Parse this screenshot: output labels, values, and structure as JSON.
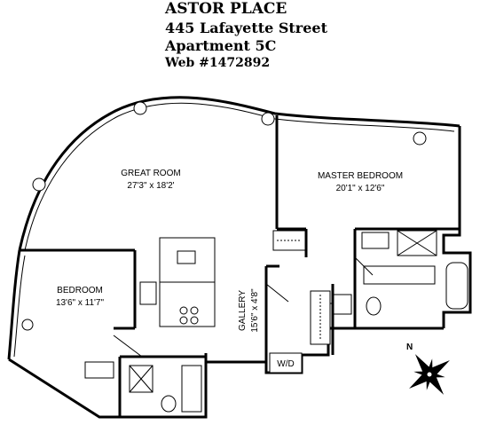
{
  "header": {
    "line1": "ASTOR PLACE",
    "line2": "445 Lafayette Street",
    "line3": "Apartment 5C",
    "line4": "Web #1472892"
  },
  "rooms": {
    "great_room": {
      "name": "GREAT ROOM",
      "dims": "27'3\" x 18'2'"
    },
    "master_bedroom": {
      "name": "MASTER BEDROOM",
      "dims": "20'1\" x 12'6\""
    },
    "bedroom": {
      "name": "BEDROOM",
      "dims": "13'6\" x 11'7\""
    },
    "gallery": {
      "name": "GALLERY",
      "dims": "15'6\" x 4'8\""
    },
    "wd": {
      "name": "W/D"
    }
  },
  "compass": {
    "label": "N"
  },
  "colors": {
    "line": "#000000",
    "background": "#ffffff"
  }
}
